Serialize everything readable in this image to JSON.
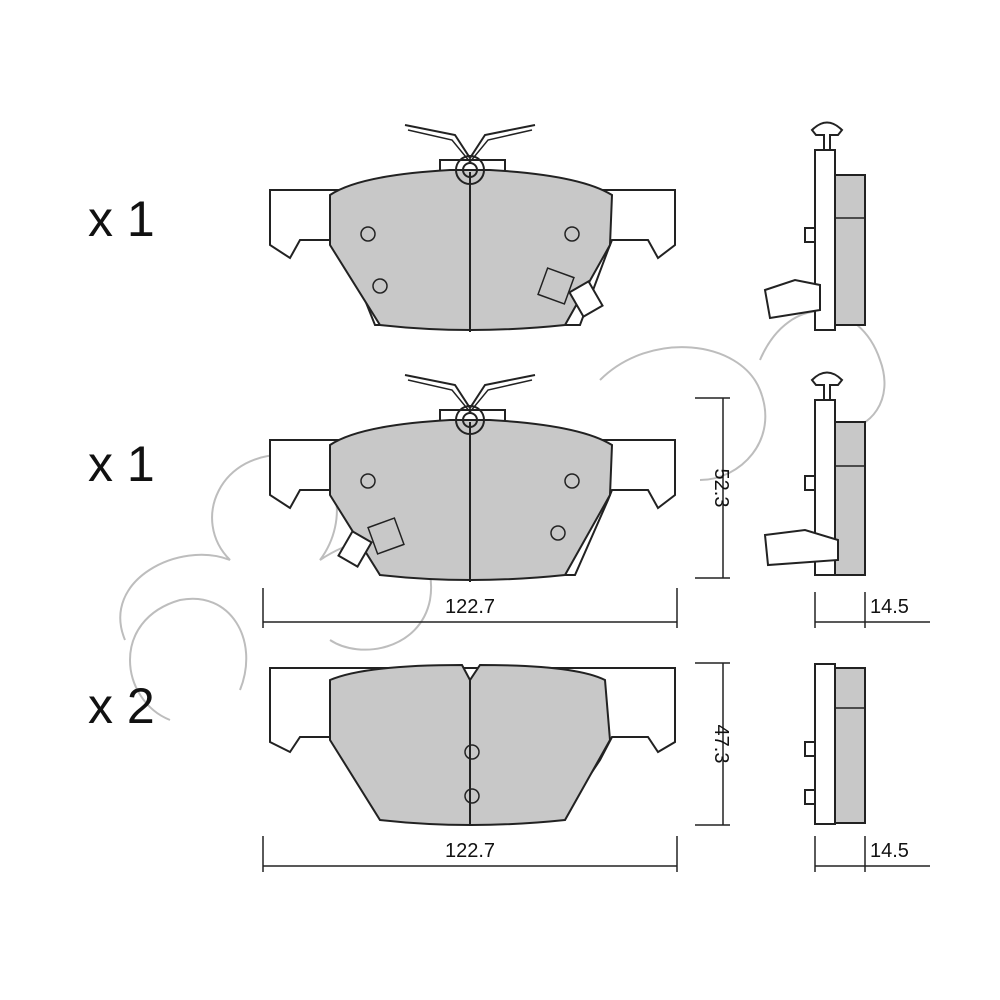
{
  "quantities": {
    "row1": "x 1",
    "row2": "x 1",
    "row3": "x 2"
  },
  "dimensions": {
    "row2_width": "122.7",
    "row2_height": "52.3",
    "row2_thickness": "14.5",
    "row3_width": "122.7",
    "row3_height": "47.3",
    "row3_thickness": "14.5"
  },
  "colors": {
    "friction_material": "#c8c8c8",
    "line": "#222222",
    "watermark": "#bdbdbd"
  }
}
